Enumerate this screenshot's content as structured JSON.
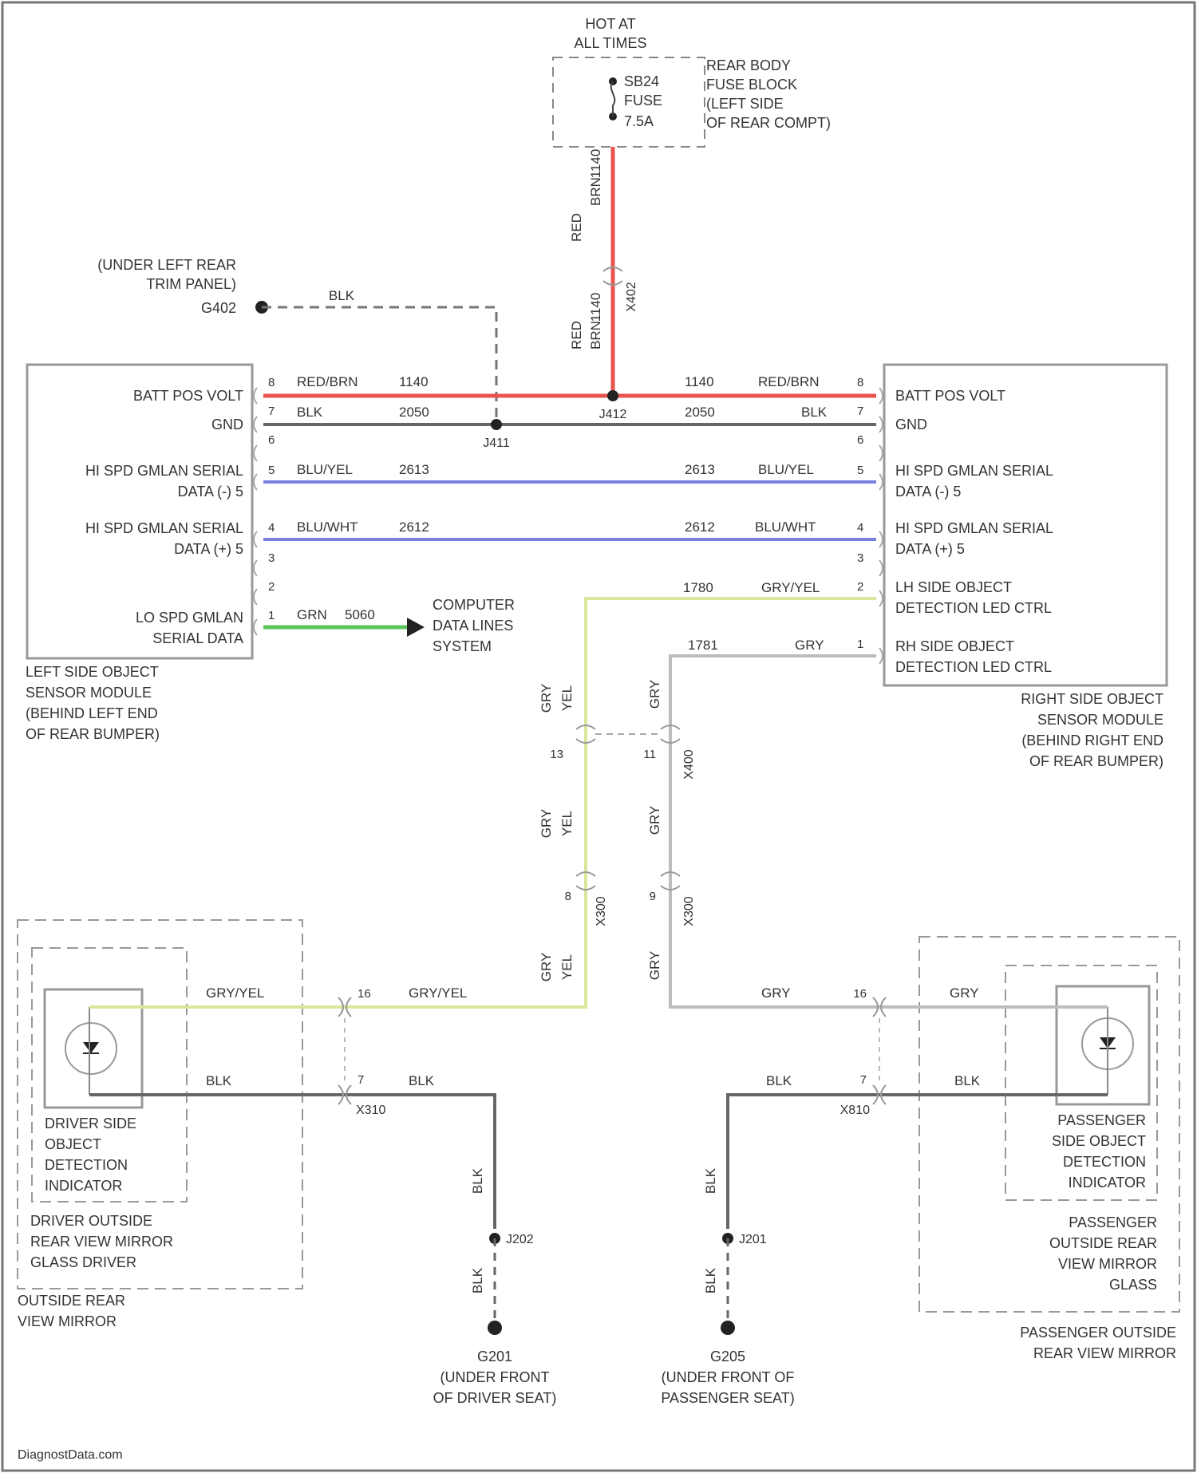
{
  "colors": {
    "red": "#e8534c",
    "black": "#666666",
    "blue": "#7b7fe0",
    "green": "#5cc45c",
    "yellow": "#dde59a",
    "gray": "#bdbdbd"
  },
  "fuse": {
    "hot_line1": "HOT AT",
    "hot_line2": "ALL TIMES",
    "id": "SB24",
    "label": "FUSE",
    "rating": "7.5A",
    "block_line1": "REAR BODY",
    "block_line2": "FUSE BLOCK",
    "block_line3": "(LEFT SIDE",
    "block_line4": "OF REAR COMPT)"
  },
  "feed": {
    "upper_color": "RED",
    "upper_code": "BRN",
    "upper_circuit": "1140",
    "connector": "X402",
    "lower_color": "RED",
    "lower_code": "BRN",
    "lower_circuit": "1140"
  },
  "ground_g402": {
    "line1": "(UNDER LEFT REAR",
    "line2": "TRIM PANEL)",
    "id": "G402",
    "wire": "BLK"
  },
  "splices": {
    "j411": "J411",
    "j412": "J412",
    "j202": "J202",
    "j201": "J201"
  },
  "left_module": {
    "pins": [
      {
        "num": "8",
        "label": "BATT POS VOLT",
        "color": "RED/BRN",
        "circuit": "1140"
      },
      {
        "num": "7",
        "label": "GND",
        "color": "BLK",
        "circuit": "2050"
      },
      {
        "num": "6",
        "label": "",
        "color": "",
        "circuit": ""
      },
      {
        "num": "5",
        "label1": "HI SPD GMLAN SERIAL",
        "label2": "DATA (-) 5",
        "color": "BLU/YEL",
        "circuit": "2613"
      },
      {
        "num": "4",
        "label1": "HI SPD GMLAN SERIAL",
        "label2": "DATA (+) 5",
        "color": "BLU/WHT",
        "circuit": "2612"
      },
      {
        "num": "3",
        "label": ""
      },
      {
        "num": "2",
        "label": ""
      },
      {
        "num": "1",
        "label1": "LO SPD GMLAN",
        "label2": "SERIAL DATA",
        "color": "GRN",
        "circuit": "5060"
      }
    ],
    "name1": "LEFT SIDE OBJECT",
    "name2": "SENSOR MODULE",
    "name3": "(BEHIND LEFT END",
    "name4": "OF REAR BUMPER)"
  },
  "right_module": {
    "pins": [
      {
        "num": "8",
        "label": "BATT POS VOLT",
        "color": "RED/BRN",
        "circuit": "1140"
      },
      {
        "num": "7",
        "label": "GND",
        "color": "BLK",
        "circuit": "2050"
      },
      {
        "num": "6",
        "label": ""
      },
      {
        "num": "5",
        "label1": "HI SPD GMLAN SERIAL",
        "label2": "DATA (-) 5",
        "color": "BLU/YEL",
        "circuit": "2613"
      },
      {
        "num": "4",
        "label1": "HI SPD GMLAN SERIAL",
        "label2": "DATA (+) 5",
        "color": "BLU/WHT",
        "circuit": "2612"
      },
      {
        "num": "3",
        "label": ""
      },
      {
        "num": "2",
        "label1": "LH SIDE OBJECT",
        "label2": "DETECTION LED CTRL",
        "color": "GRY/YEL",
        "circuit": "1780"
      },
      {
        "num": "1",
        "label1": "RH SIDE OBJECT",
        "label2": "DETECTION LED CTRL",
        "color": "GRY",
        "circuit": "1781"
      }
    ],
    "name1": "RIGHT SIDE OBJECT",
    "name2": "SENSOR MODULE",
    "name3": "(BEHIND RIGHT END",
    "name4": "OF REAR BUMPER)"
  },
  "computer": {
    "line1": "COMPUTER",
    "line2": "DATA LINES",
    "line3": "SYSTEM"
  },
  "vertical_runs": {
    "left_color": "GRY",
    "left_stripe": "YEL",
    "right_color": "GRY",
    "x400_pin_left": "13",
    "x400_pin_right": "11",
    "x400": "X400",
    "x300_pin_left": "8",
    "x300_pin_right": "9",
    "x300": "X300"
  },
  "driver_mirror": {
    "wire1": "GRY/YEL",
    "wire1_right": "GRY/YEL",
    "pin_top": "16",
    "wire2": "BLK",
    "wire2_right": "BLK",
    "pin_bottom": "7",
    "connector": "X310",
    "indicator1": "DRIVER SIDE",
    "indicator2": "OBJECT",
    "indicator3": "DETECTION",
    "indicator4": "INDICATOR",
    "glass1": "DRIVER OUTSIDE",
    "glass2": "REAR VIEW MIRROR",
    "glass3": "GLASS DRIVER",
    "mirror1": "OUTSIDE REAR",
    "mirror2": "VIEW MIRROR"
  },
  "passenger_mirror": {
    "wire1": "GRY",
    "wire1_right": "GRY",
    "pin_top": "16",
    "wire2": "BLK",
    "wire2_right": "BLK",
    "pin_bottom": "7",
    "connector": "X810",
    "indicator1": "PASSENGER",
    "indicator2": "SIDE OBJECT",
    "indicator3": "DETECTION",
    "indicator4": "INDICATOR",
    "glass1": "PASSENGER",
    "glass2": "OUTSIDE REAR",
    "glass3": "VIEW MIRROR",
    "glass4": "GLASS",
    "mirror1": "PASSENGER OUTSIDE",
    "mirror2": "REAR VIEW MIRROR"
  },
  "ground_g201": {
    "wire_upper": "BLK",
    "wire_lower": "BLK",
    "id": "G201",
    "line1": "(UNDER FRONT",
    "line2": "OF DRIVER SEAT)"
  },
  "ground_g205": {
    "wire_upper": "BLK",
    "wire_lower": "BLK",
    "id": "G205",
    "line1": "(UNDER FRONT OF",
    "line2": "PASSENGER SEAT)"
  },
  "watermark": "DiagnostData.com"
}
